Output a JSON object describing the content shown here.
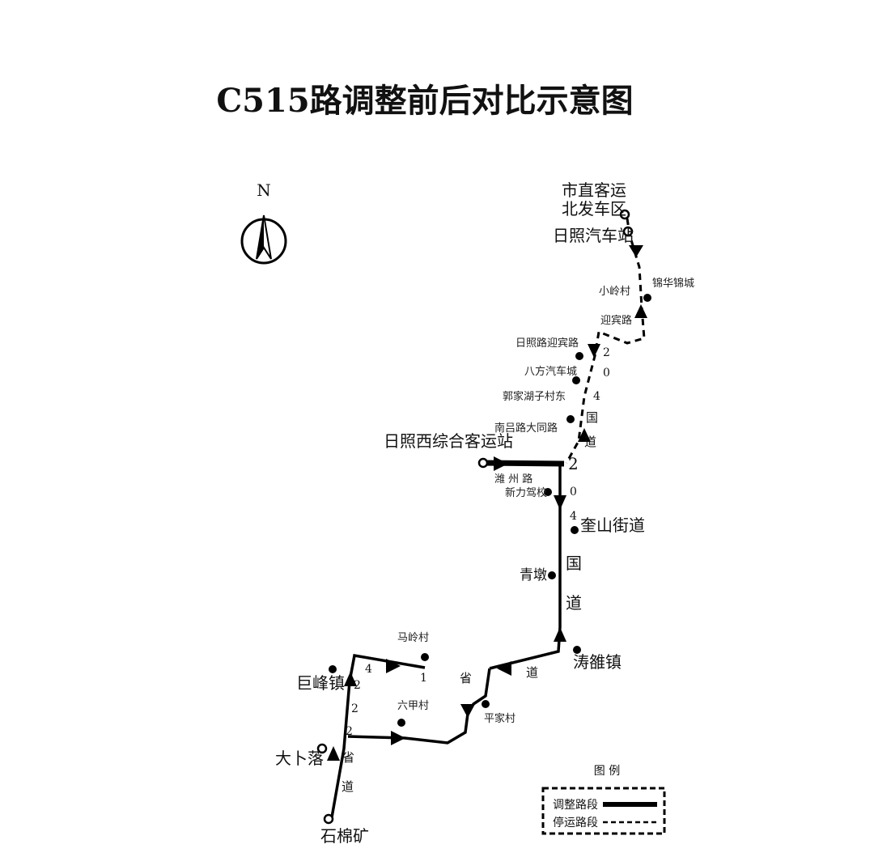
{
  "title": "C515路调整前后对比示意图",
  "compass": {
    "label": "N"
  },
  "stations": {
    "shizhi_1": "市直客运",
    "shizhi_2": "北发车区",
    "rizhao_bus": "日照汽车站",
    "yuehua": "锦华锦城",
    "xiaoling": "小岭村",
    "yingbin": "迎宾路",
    "rizhao_yingbin": "日照路迎宾路",
    "bafang": "八方汽车城",
    "guojia": "郭家湖子村东",
    "nanlv": "南吕路大同路",
    "rizhao_west": "日照西综合客运站",
    "xiangzhou": "潍 州 路",
    "xinli": "新力驾校",
    "kuishan": "奎山街道",
    "qingdun": "青墩",
    "taoluo": "涛雒镇",
    "mapo": "马岭村",
    "jufeng": "巨峰镇",
    "liujia": "六甲村",
    "pingjia": "平家村",
    "dabuluo": "大卜落",
    "shimian": "石棉矿"
  },
  "roads": {
    "g204_upper": [
      "2",
      "0",
      "4",
      "国",
      "道"
    ],
    "g204_lower": [
      "2",
      "0",
      "4",
      "国",
      "道"
    ],
    "s221_upper": [
      "4",
      "2",
      "2",
      "2"
    ],
    "s221_sheng": "省",
    "s221_dao": "道",
    "s241_num": "1",
    "s241_sheng": "省",
    "s241_dao": "道"
  },
  "legend": {
    "title": "图   例",
    "adjusted": "调整路段",
    "suspended": "停运路段"
  },
  "colors": {
    "line": "#000000",
    "background": "#ffffff"
  }
}
